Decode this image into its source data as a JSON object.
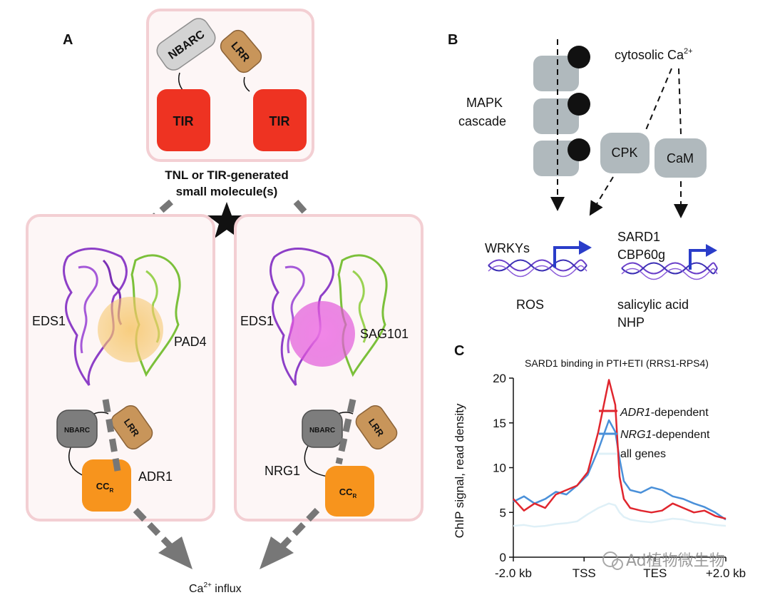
{
  "panel_a": {
    "label": "A",
    "top_domains": {
      "nbarc": "NBARC",
      "lrr": "LRR",
      "tir_left": "TIR",
      "tir_right": "TIR"
    },
    "trigger_line1": "TNL or TIR-generated",
    "trigger_line2": "small molecule(s)",
    "left_complex": {
      "eds1": "EDS1",
      "partner": "PAD4",
      "nbarc": "NBARC",
      "lrr": "LRR",
      "cc_main": "CC",
      "cc_sub": "R",
      "helper": "ADR1"
    },
    "right_complex": {
      "eds1": "EDS1",
      "partner": "SAG101",
      "nbarc": "NBARC",
      "lrr": "LRR",
      "cc_main": "CC",
      "cc_sub": "R",
      "helper": "NRG1"
    },
    "output_prefix": "Ca",
    "output_sup": "2+",
    "output_suffix": " influx"
  },
  "panel_b": {
    "label": "B",
    "cytosolic_prefix": "cytosolic Ca",
    "cytosolic_sup": "2+",
    "mapk_line1": "MAPK",
    "mapk_line2": "cascade",
    "cpk": "CPK",
    "cam": "CaM",
    "wrkys": "WRKYs",
    "sard1": "SARD1",
    "cbp60g": "CBP60g",
    "ros": "ROS",
    "output2_line1": "salicylic acid",
    "output2_line2": "NHP"
  },
  "panel_c": {
    "label": "C",
    "legend": [
      {
        "italic": "ADR1",
        "rest": "-dependent",
        "color": "#e0262e"
      },
      {
        "italic": "NRG1",
        "rest": "-dependent",
        "color": "#4a90d9"
      },
      {
        "italic": "",
        "rest": "all genes",
        "color": "#dff0f7"
      }
    ]
  },
  "watermark": "Ad植物微生物",
  "chart_data": {
    "type": "line",
    "title": "SARD1 binding in PTI+ETI (RRS1-RPS4)",
    "ylabel": "ChIP signal, read density",
    "xlabel": "",
    "categories": [
      "-2.0 kb",
      "TSS",
      "TES",
      "+2.0 kb"
    ],
    "ylim": [
      0,
      20
    ],
    "yticks": [
      0,
      5,
      10,
      15,
      20
    ],
    "x": [
      0,
      5,
      10,
      15,
      20,
      25,
      30,
      35,
      40,
      45,
      48,
      50,
      52,
      55,
      60,
      65,
      70,
      75,
      80,
      85,
      90,
      95,
      100
    ],
    "series": [
      {
        "name": "ADR1-dependent",
        "color": "#e0262e",
        "values": [
          6.5,
          5.2,
          6.0,
          5.5,
          7.0,
          7.5,
          8.0,
          9.5,
          14.0,
          19.8,
          17.0,
          9.0,
          6.5,
          5.5,
          5.2,
          5.0,
          5.2,
          6.0,
          5.5,
          5.0,
          5.2,
          4.6,
          4.3
        ]
      },
      {
        "name": "NRG1-dependent",
        "color": "#4a90d9",
        "values": [
          6.2,
          6.8,
          6.0,
          6.5,
          7.3,
          7.0,
          8.0,
          9.2,
          12.0,
          15.3,
          14.0,
          11.0,
          8.5,
          7.5,
          7.2,
          7.8,
          7.5,
          6.8,
          6.5,
          6.0,
          5.6,
          5.0,
          4.2
        ]
      },
      {
        "name": "all genes",
        "color": "#dff0f7",
        "values": [
          3.5,
          3.6,
          3.4,
          3.5,
          3.7,
          3.8,
          4.0,
          4.8,
          5.5,
          6.0,
          5.8,
          5.0,
          4.5,
          4.2,
          4.0,
          3.9,
          4.1,
          4.3,
          4.2,
          3.9,
          3.8,
          3.6,
          3.5
        ]
      }
    ]
  }
}
